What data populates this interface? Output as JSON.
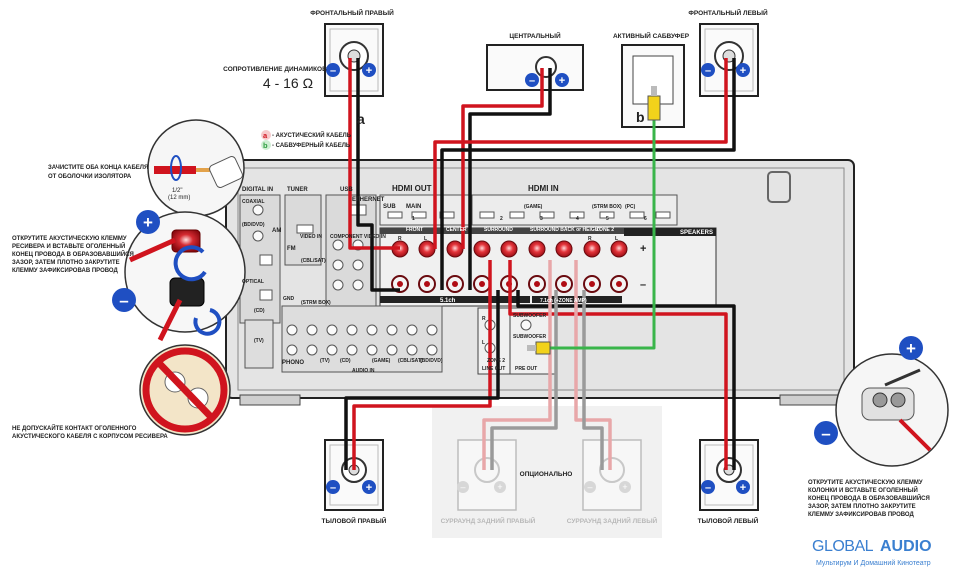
{
  "speakers": {
    "front_right": "ФРОНТАЛЬНЫЙ ПРАВЫЙ",
    "front_left": "ФРОНТАЛЬНЫЙ ЛЕВЫЙ",
    "center": "ЦЕНТРАЛЬНЫЙ",
    "subwoofer": "АКТИВНЫЙ САБВУФЕР",
    "surround_right": "ТЫЛОВОЙ ПРАВЫЙ",
    "surround_left": "ТЫЛОВОЙ ЛЕВЫЙ",
    "surround_back_right": "СУРРАУНД ЗАДНИЙ ПРАВЫЙ",
    "surround_back_left": "СУРРАУНД ЗАДНИЙ ЛЕВЫЙ",
    "optional": "ОПЦИОНАЛЬНО"
  },
  "impedance": {
    "label": "СОПРОТИВЛЕНИЕ ДИНАМИКОВ",
    "value": "4 - 16 Ω"
  },
  "legend": {
    "a_letter": "a",
    "a_text": "- АКУСТИЧЕСКИЙ КАБЕЛЬ",
    "b_letter": "b",
    "b_text": "- САБВУФЕРНЫЙ КАБЕЛЬ"
  },
  "cable_tags": {
    "a": "a",
    "b": "b"
  },
  "instructions": {
    "strip_1": "ЗАЧИСТИТЕ ОБА КОНЦА КАБЕЛЯ",
    "strip_2": "ОТ ОБОЛОЧКИ ИЗОЛЯТОРА",
    "strip_dim_1": "1/2\"",
    "strip_dim_2": "(12 mm)",
    "unscrew_1": "ОТКРУТИТЕ АКУСТИЧЕСКУЮ КЛЕММУ",
    "unscrew_2": "РЕСИВЕРА И ВСТАВЬТЕ ОГОЛЕННЫЙ",
    "unscrew_3": "КОНЕЦ ПРОВОДА В ОБРАЗОВАВШИЙСЯ",
    "unscrew_4": "ЗАЗОР, ЗАТЕМ ПЛОТНО ЗАКРУТИТЕ",
    "unscrew_5": "КЛЕММУ ЗАФИКСИРОВАВ ПРОВОД",
    "nocontact_1": "НЕ ДОПУСКАЙТЕ КОНТАКТ ОГОЛЕННОГО",
    "nocontact_2": "АКУСТИЧЕСКОГО КАБЕЛЯ С КОРПУСОМ РЕСИВЕРА",
    "spk_1": "ОТКРУТИТЕ АКУСТИЧЕСКУЮ КЛЕММУ",
    "spk_2": "КОЛОНКИ И ВСТАВЬТЕ ОГОЛЕННЫЙ",
    "spk_3": "КОНЕЦ ПРОВОДА В ОБРАЗОВАВШИЙСЯ",
    "spk_4": "ЗАЗОР, ЗАТЕМ ПЛОТНО ЗАКРУТИТЕ",
    "spk_5": "КЛЕММУ ЗАФИКСИРОВАВ ПРОВОД"
  },
  "receiver": {
    "digital_in": "DIGITAL IN",
    "tuner": "TUNER",
    "usb": "USB",
    "ethernet": "ETHERNET",
    "hdmi_out": "HDMI OUT",
    "hdmi_in": "HDMI IN",
    "sub": "SUB",
    "main": "MAIN",
    "coaxial": "COAXIAL",
    "bd_dvd": "(BD/DVD)",
    "am": "AM",
    "fm": "FM",
    "optical": "OPTICAL",
    "cd": "(CD)",
    "tv": "(TV)",
    "video_in": "VIDEO IN",
    "component_in": "COMPONENT VIDEO IN",
    "cbl_sat": "(CBL/SAT)",
    "strm_box": "(STRM BOX)",
    "game": "(GAME)",
    "pc": "(PC)",
    "phono": "PHONO",
    "gnd": "GND",
    "audio_in": "AUDIO IN",
    "speakers": "SPEAKERS",
    "front": "FRONT",
    "center": "CENTER",
    "surround": "SURROUND",
    "surround_back": "SURROUND BACK or HEIGHT",
    "zone2": "ZONE 2",
    "ch51": "5.1ch",
    "ch71": "7.1ch (+ZONE AMP)",
    "subwoofer": "SUBWOOFER",
    "line_out": "LINE OUT",
    "pre_out": "PRE OUT",
    "R": "R",
    "L": "L",
    "plus": "+",
    "minus": "–",
    "n1": "1",
    "n2": "2",
    "n3": "3",
    "n4": "4",
    "n5": "5",
    "n6": "6"
  },
  "brand": {
    "name_1": "GLOBAL",
    "name_2": "AUDIO",
    "tagline": "Мультирум И Домашний Кинотеатр"
  },
  "colors": {
    "red": "#d0141e",
    "black": "#111111",
    "green": "#39b54a",
    "blue": "#1f4fc2",
    "yellow": "#f2d21b",
    "chassis": "#d9d9d9",
    "brand_blue": "#3a7fd0"
  },
  "icons": [
    "plus-icon",
    "minus-icon",
    "rotate-arrow-icon",
    "no-contact-icon"
  ]
}
